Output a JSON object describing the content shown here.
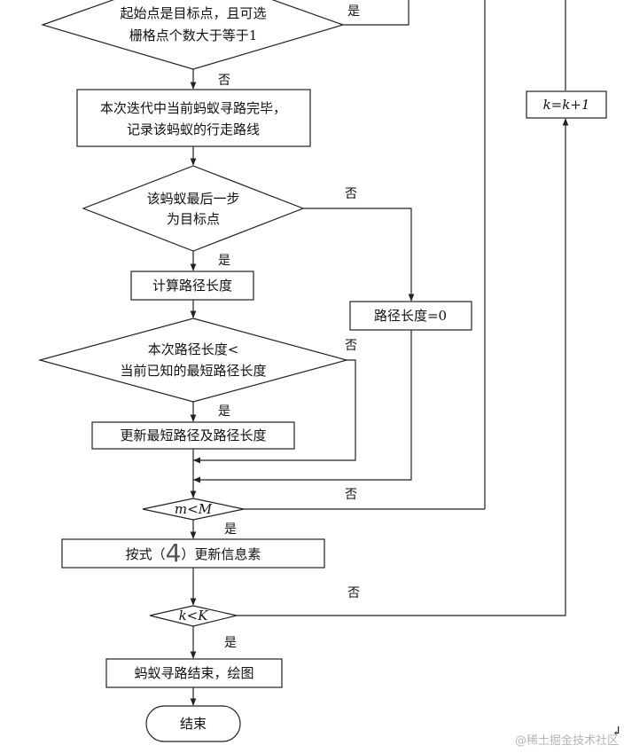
{
  "nodes": {
    "d_target": {
      "line1": "起始点是目标点，且可选",
      "line2": "栅格点个数大于等于1"
    },
    "b_iter_done": {
      "line1": "本次迭代中当前蚂蚁寻路完毕，",
      "line2": "记录该蚂蚁的行走路线"
    },
    "d_last_step": {
      "line1": "该蚂蚁最后一步",
      "line2": "为目标点"
    },
    "b_calc_len": {
      "text": "计算路径长度"
    },
    "b_len_zero": {
      "text": "路径长度=0"
    },
    "d_shorter": {
      "line1": "本次路径长度<",
      "line2": "当前已知的最短路径长度"
    },
    "b_update_short": {
      "text": "更新最短路径及路径长度"
    },
    "d_m_lt_M": {
      "text": "m<M"
    },
    "b_update_pher": {
      "pre": "按式（",
      "num": "4",
      "post": "）更新信息素"
    },
    "d_k_lt_K": {
      "text": "k<K"
    },
    "b_k_inc": {
      "text": "k=k+1"
    },
    "b_finish": {
      "text": "蚂蚁寻路结束，绘图"
    },
    "t_end": {
      "text": "结束"
    }
  },
  "edge_labels": {
    "yes_top": "是",
    "no_top": "否",
    "no_last_step": "否",
    "yes_last_step": "是",
    "no_shorter": "否",
    "yes_shorter": "是",
    "no_m": "否",
    "yes_m": "是",
    "no_k": "否",
    "yes_k": "是"
  },
  "watermark": "@稀土掘金技术社区",
  "corner_glyph": "↲"
}
